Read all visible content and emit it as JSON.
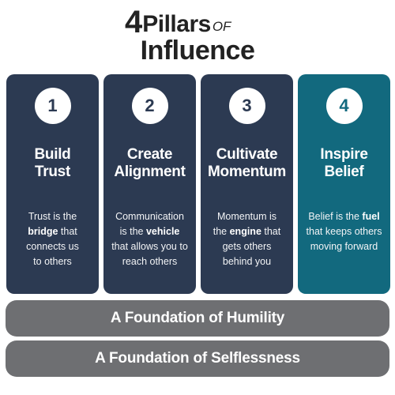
{
  "title": {
    "number": "4",
    "word": "Pillars",
    "of": "OF",
    "line2": "Influence"
  },
  "pillars": [
    {
      "number": "1",
      "title_line1": "Build",
      "title_line2": "Trust",
      "desc": [
        {
          "pre": "Trust is the ",
          "bold": "",
          "post": ""
        },
        {
          "pre": "",
          "bold": "bridge",
          "post": " that"
        },
        {
          "pre": "connects us",
          "bold": "",
          "post": ""
        },
        {
          "pre": "to others",
          "bold": "",
          "post": ""
        }
      ]
    },
    {
      "number": "2",
      "title_line1": "Create",
      "title_line2": "Alignment",
      "desc": [
        {
          "pre": "Communication",
          "bold": "",
          "post": ""
        },
        {
          "pre": "is the ",
          "bold": "vehicle",
          "post": ""
        },
        {
          "pre": "that allows you to",
          "bold": "",
          "post": ""
        },
        {
          "pre": "reach others",
          "bold": "",
          "post": ""
        }
      ]
    },
    {
      "number": "3",
      "title_line1": "Cultivate",
      "title_line2": "Momentum",
      "desc": [
        {
          "pre": "Momentum is",
          "bold": "",
          "post": ""
        },
        {
          "pre": "the ",
          "bold": "engine",
          "post": " that"
        },
        {
          "pre": "gets others",
          "bold": "",
          "post": ""
        },
        {
          "pre": "behind you",
          "bold": "",
          "post": ""
        }
      ]
    },
    {
      "number": "4",
      "title_line1": "Inspire",
      "title_line2": "Belief",
      "desc": [
        {
          "pre": "Belief is the ",
          "bold": "fuel",
          "post": ""
        },
        {
          "pre": "that keeps others",
          "bold": "",
          "post": ""
        },
        {
          "pre": "moving forward",
          "bold": "",
          "post": ""
        }
      ]
    }
  ],
  "foundations": [
    "A Foundation of Humility",
    "A Foundation of Selflessness"
  ],
  "colors": {
    "pillar_dark": "#2c3a52",
    "pillar_accent": "#12697e",
    "foundation": "#6e6f72",
    "title": "#222222"
  }
}
